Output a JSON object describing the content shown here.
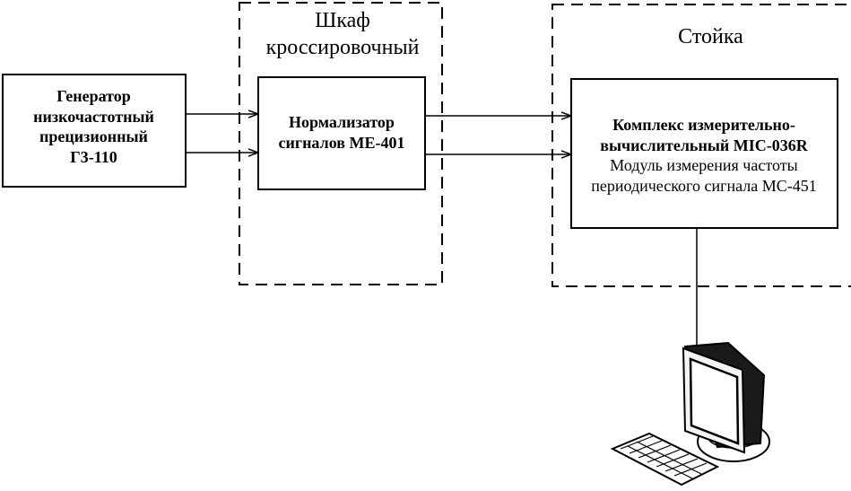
{
  "cabinet": {
    "title_line1": "Шкаф",
    "title_line2": "кроссировочный"
  },
  "rack": {
    "title": "Стойка"
  },
  "generator": {
    "line1": "Генератор",
    "line2": "низкочастотный",
    "line3": "прецизионный",
    "line4": "Г3-110"
  },
  "normalizer": {
    "line1": "Нормализатор",
    "line2": "сигналов МЕ-401"
  },
  "complex": {
    "line1": "Комплекс измерительно-",
    "line2": "вычислительный МІС-036R",
    "line3": "Модуль измерения частоты",
    "line4": "периодического сигнала МС-451"
  },
  "computer": {
    "icon": "computer-icon"
  }
}
